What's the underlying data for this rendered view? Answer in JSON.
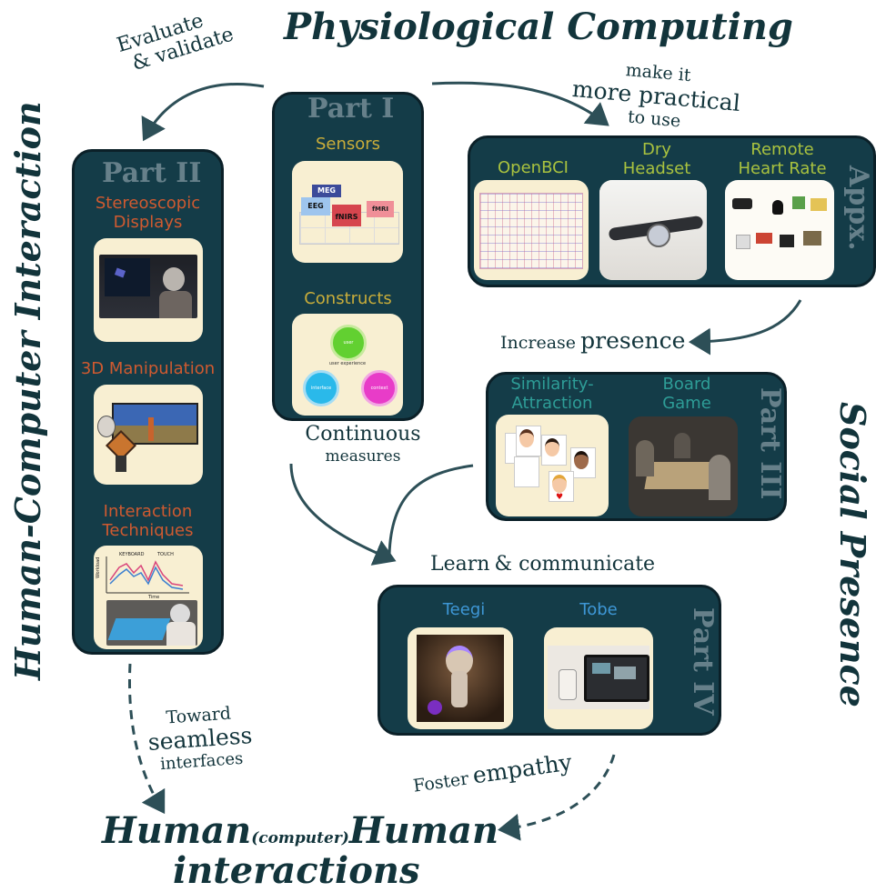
{
  "titles": {
    "top": "Physiological Computing",
    "left": "Human-Computer Interaction",
    "right": "Social Presence",
    "bottom_line1_a": "Human",
    "bottom_line1_b": "(computer)",
    "bottom_line1_c": "Human",
    "bottom_line2": "interactions"
  },
  "annotations": {
    "evaluate_1": "Evaluate",
    "evaluate_2": "& validate",
    "practical_1": "make it",
    "practical_2": "more practical",
    "practical_3": "to use",
    "presence_a": "Increase",
    "presence_b": "presence",
    "continuous_1": "Continuous",
    "continuous_2": "measures",
    "learn_a": "Learn",
    "learn_b": "& communicate",
    "toward_1": "Toward",
    "toward_2": "seamless",
    "toward_3": "interfaces",
    "foster_a": "Foster",
    "foster_b": "empathy"
  },
  "part1": {
    "title": "Part I",
    "sensors_label": "Sensors",
    "constructs_label": "Constructs",
    "sensor_labels": [
      "MEG",
      "EEG",
      "fNIRS",
      "fMRI"
    ],
    "construct_labels": [
      "user",
      "interface",
      "context",
      "user experience"
    ]
  },
  "part2": {
    "title": "Part II",
    "item1_l1": "Stereoscopic",
    "item1_l2": "Displays",
    "item2": "3D Manipulation",
    "item3_l1": "Interaction",
    "item3_l2": "Techniques",
    "chart_labels": [
      "KEYBOARD",
      "TOUCH",
      "Workload",
      "Time"
    ]
  },
  "appx": {
    "title": "Appx.",
    "item1": "OpenBCI",
    "item2_l1": "Dry",
    "item2_l2": "Headset",
    "item3_l1": "Remote",
    "item3_l2": "Heart Rate"
  },
  "part3": {
    "title": "Part III",
    "item1_l1": "Similarity-",
    "item1_l2": "Attraction",
    "item2_l1": "Board",
    "item2_l2": "Game"
  },
  "part4": {
    "title": "Part IV",
    "item1": "Teegi",
    "item2": "Tobe"
  },
  "colors": {
    "panel": "#143c48",
    "thumb": "#f8efd2",
    "ink": "#12343b",
    "gold": "#c9ad3a",
    "rust": "#cf5a30",
    "green": "#a9c23f",
    "teal": "#2e9d97",
    "blue": "#3e97d6"
  }
}
